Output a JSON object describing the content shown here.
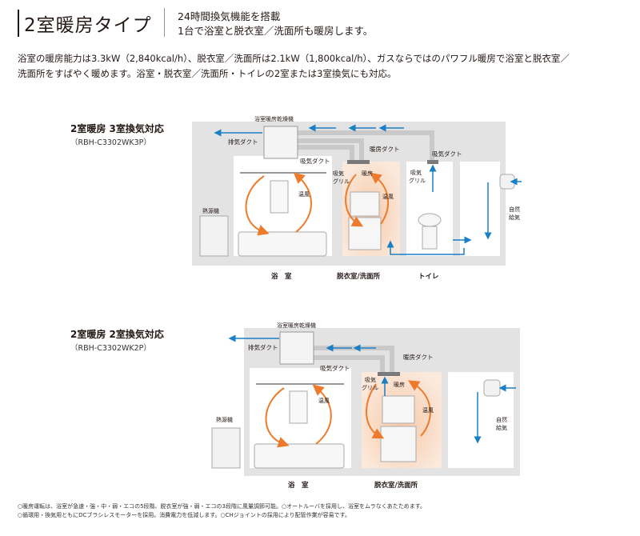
{
  "header": {
    "title": "2室暖房タイプ",
    "feature_line1": "24時間換気機能を搭載",
    "feature_line2": "1台で浴室と脱衣室／洗面所も暖房します。"
  },
  "lead": {
    "line1": "浴室の暖房能力は3.3kW（2,840kcal/h）、脱衣室／洗面所は2.1kW（1,800kcal/h）、ガスならではのパワフル暖房で浴室と脱衣室／",
    "line2": "洗面所をすばやく暖めます。浴室・脱衣室／洗面所・トイレの2室または3室換気にも対応。"
  },
  "diagram1": {
    "title": "2室暖房 3室換気対応",
    "model": "（RBH-C3302WK3P）",
    "labels": {
      "dryer": "浴室暖房乾燥機",
      "exhaust_duct": "排気ダクト",
      "intake_duct1": "吸気ダクト",
      "heating_duct": "暖房ダクト",
      "intake_duct2": "吸気ダクト",
      "intake_grille1": "吸気",
      "intake_grille2": "グリル",
      "heating": "暖房",
      "warm_air1": "温風",
      "warm_air2": "温風",
      "intake_grille3": "吸気",
      "intake_grille4": "グリル",
      "heat_source": "熱源機",
      "natural_air1": "自然",
      "natural_air2": "給気"
    },
    "rooms": [
      "浴　室",
      "脱衣室/洗面所",
      "トイレ"
    ]
  },
  "diagram2": {
    "title": "2室暖房 2室換気対応",
    "model": "（RBH-C3302WK2P）",
    "labels": {
      "dryer": "浴室暖房乾燥機",
      "exhaust_duct": "排気ダクト",
      "heating_duct": "暖房ダクト",
      "intake_duct": "吸気ダクト",
      "intake_grille1": "吸気",
      "intake_grille2": "グリル",
      "heating": "暖房",
      "warm_air1": "温風",
      "warm_air2": "温風",
      "heat_source": "熱源機",
      "natural_air1": "自然",
      "natural_air2": "給気"
    },
    "rooms": [
      "浴　室",
      "脱衣室/洗面所"
    ]
  },
  "notes": {
    "line1": "○暖房運転は、浴室が急速・強・中・弱・エコの5段階、脱衣室が強・弱・エコの3段階に風量調節可能。○オートルーバを採用し、浴室をムラなくあたためます。",
    "line2": "○循環用・換気用ともにDCブラシレスモーターを採用。消費電力を低減します。○CHジョイントの採用により配管作業が容易です。"
  }
}
